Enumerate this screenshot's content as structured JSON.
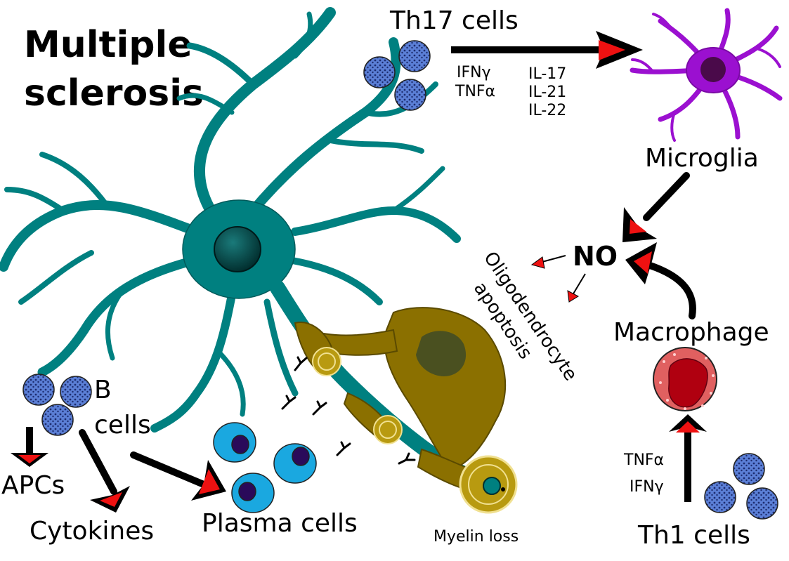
{
  "title": {
    "line1": "Multiple",
    "line2": "sclerosis"
  },
  "labels": {
    "th17": "Th17 cells",
    "th17_cytokines_left": [
      "IFNγ",
      "TNFα"
    ],
    "th17_cytokines_right": [
      "IL-17",
      "IL-21",
      "IL-22"
    ],
    "microglia": "Microglia",
    "no": "NO",
    "apoptosis": [
      "Oligodendrocyte",
      "apoptosis"
    ],
    "macrophage": "Macrophage",
    "th1_cytokines": [
      "TNFα",
      "IFNγ"
    ],
    "th1": "Th1 cells",
    "b_cells": [
      "B",
      "cells"
    ],
    "apcs": "APCs",
    "cytokines": "Cytokines",
    "plasma_cells": "Plasma cells",
    "myelin_loss": "Myelin loss"
  },
  "colors": {
    "neuron": "#008080",
    "neuron_dark": "#005a5a",
    "myelin": "#8b7000",
    "myelin_light": "#b89a10",
    "microglia": "#9b10d0",
    "t_cell": "#5b7fd6",
    "plasma": "#1aa8e0",
    "macrophage": "#e06060",
    "arrow_head": "#ee1111"
  }
}
